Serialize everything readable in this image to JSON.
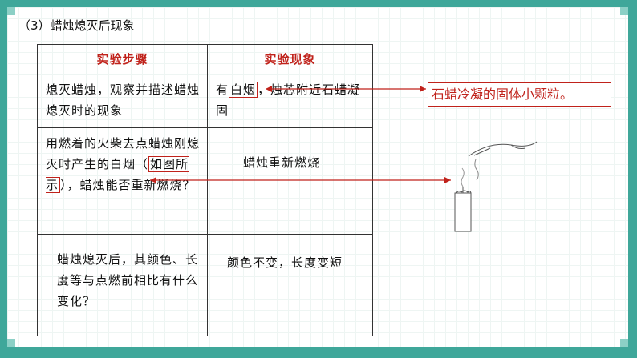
{
  "title": "（3）蜡烛熄灭后现象",
  "table": {
    "headers": [
      "实验步骤",
      "实验现象"
    ],
    "rows": [
      {
        "step": "熄灭蜡烛，观察并描述蜡烛熄灭时的现象",
        "obs_pre": "有",
        "obs_boxed": "白烟",
        "obs_post": "，烛芯附近石蜡凝固"
      },
      {
        "step_pre": "用燃着的火柴去点蜡烛刚熄灭时产生的白烟（",
        "step_boxed": "如图所示",
        "step_post": "），蜡烛能否重新燃烧？",
        "obs": "蜡烛重新燃烧"
      },
      {
        "step": "蜡烛熄灭后，其颜色、长度等与点燃前相比有什么变化？",
        "obs": "颜色不变，长度变短"
      }
    ]
  },
  "callout": "石蜡冷凝的固体小颗粒。",
  "colors": {
    "accent": "#c0221b",
    "frame": "#3fa79a"
  }
}
